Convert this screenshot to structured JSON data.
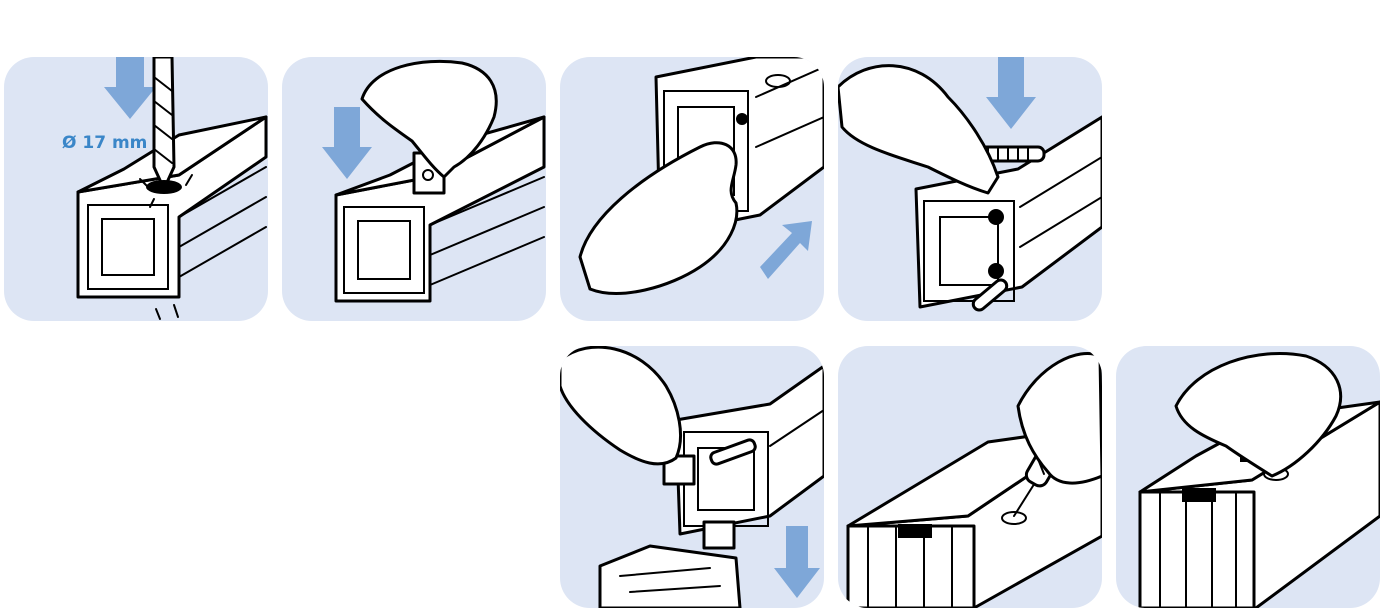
{
  "steps": [
    {
      "id": 1,
      "label": "Ø 17 mm"
    },
    {
      "id": 2
    },
    {
      "id": 3
    },
    {
      "id": 4
    },
    {
      "id": 5
    },
    {
      "id": 6
    },
    {
      "id": 7
    }
  ],
  "colors": {
    "panel_bg": "#dde5f4",
    "arrow": "#7ea7d8",
    "label": "#3a86c8"
  },
  "icons": [
    "drill-bit-icon",
    "hand-icon",
    "arrow-down-icon",
    "arrow-up-right-icon",
    "screw-icon",
    "screwdriver-icon",
    "clip-icon"
  ]
}
